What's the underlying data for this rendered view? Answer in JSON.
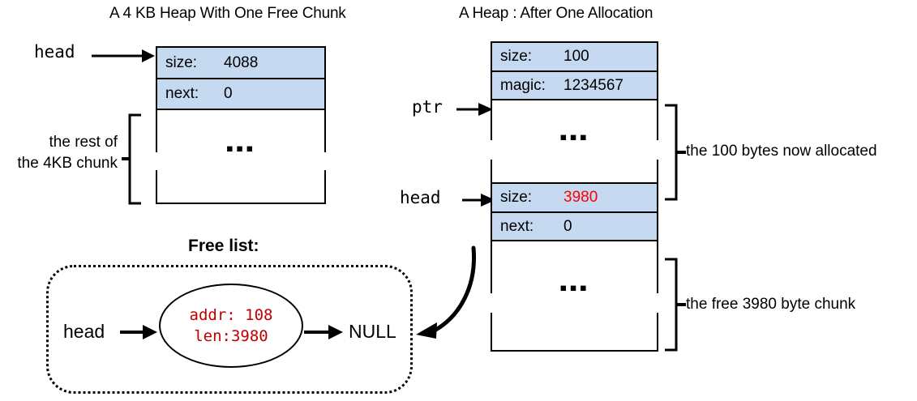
{
  "panels": {
    "left": {
      "title": "A 4 KB Heap With One Free Chunk",
      "head_label": "head",
      "fields": [
        {
          "key": "size:",
          "value": "4088",
          "red": false
        },
        {
          "key": "next:",
          "value": "0",
          "red": false
        }
      ],
      "dots": "▪▪▪",
      "bracket_label_line1": "the rest of",
      "bracket_label_line2": "the 4KB chunk"
    },
    "right": {
      "title": "A Heap : After One Allocation",
      "ptr_label": "ptr",
      "head_label": "head",
      "alloc_header": [
        {
          "key": "size:",
          "value": "100",
          "red": false
        },
        {
          "key": "magic:",
          "value": "1234567",
          "red": false
        }
      ],
      "alloc_dots": "▪▪▪",
      "alloc_bracket_label": "the 100 bytes now allocated",
      "free_header": [
        {
          "key": "size:",
          "value": "3980",
          "red": true
        },
        {
          "key": "next:",
          "value": "0",
          "red": false
        }
      ],
      "free_dots": "▪▪▪",
      "free_bracket_label": "the free 3980 byte chunk"
    }
  },
  "free_list": {
    "title": "Free list:",
    "head_label": "head",
    "node": {
      "line1": "addr: 108",
      "line2": "len:3980"
    },
    "null_label": "NULL"
  },
  "colors": {
    "field_fill": "#c5d9f1",
    "stroke": "#000000",
    "red_value": "#ff0000",
    "node_text": "#c00000"
  }
}
